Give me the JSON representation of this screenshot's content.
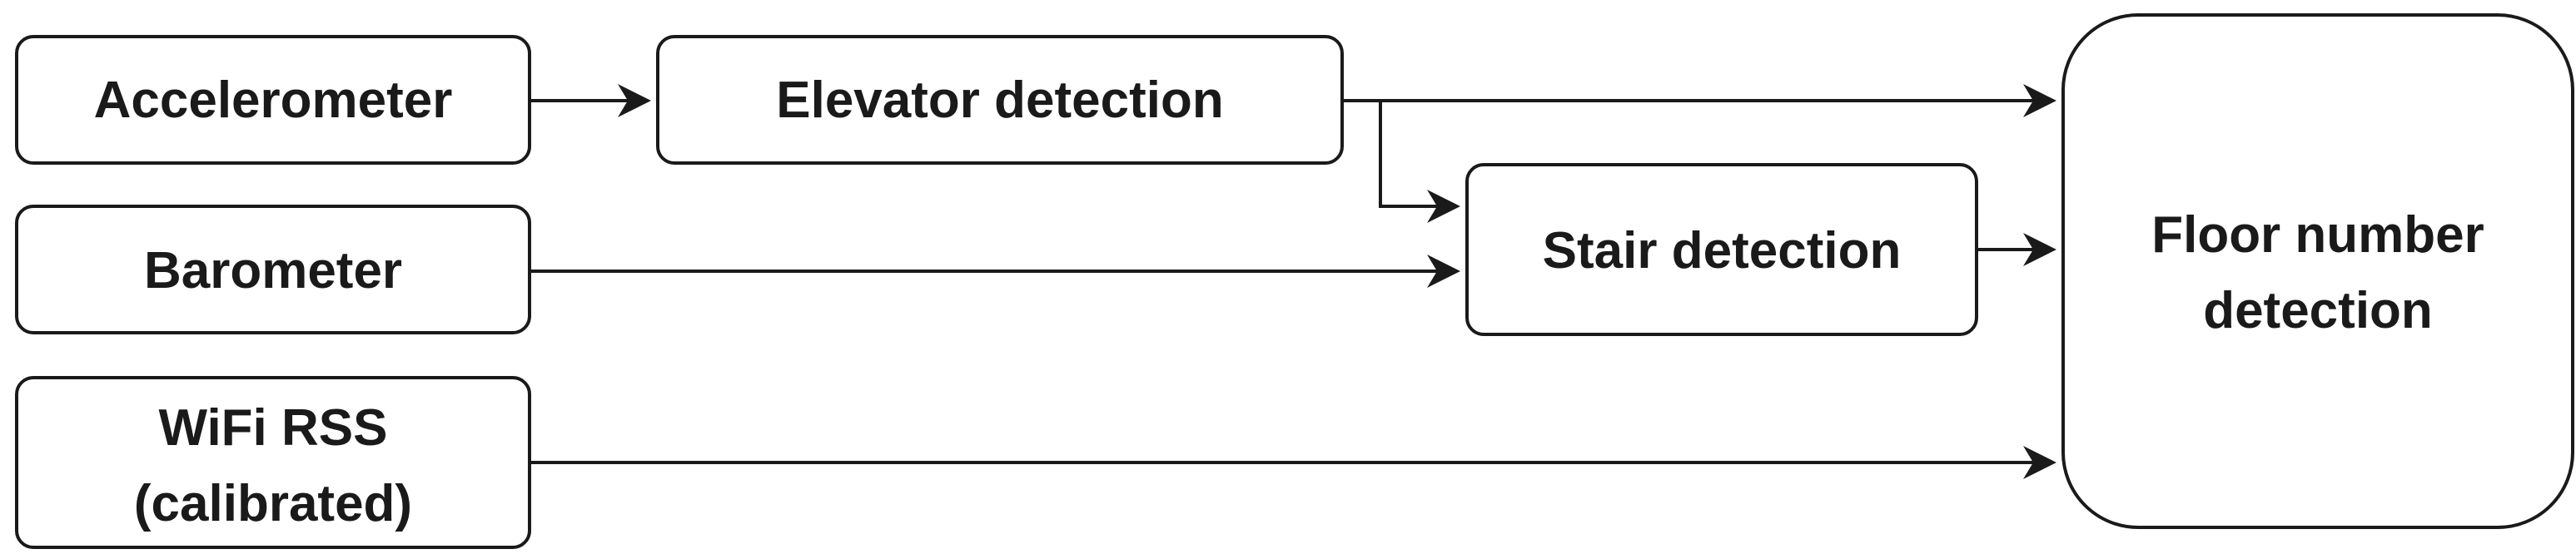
{
  "diagram": {
    "nodes": {
      "accelerometer": {
        "label": "Accelerometer"
      },
      "barometer": {
        "label": "Barometer"
      },
      "wifi_rss": {
        "line1": "WiFi RSS",
        "line2": "(calibrated)"
      },
      "elevator_detection": {
        "label": "Elevator detection"
      },
      "stair_detection": {
        "label": "Stair detection"
      },
      "floor_number_detection": {
        "line1": "Floor number",
        "line2": "detection"
      }
    },
    "edges": [
      {
        "from": "Accelerometer",
        "to": "Elevator detection"
      },
      {
        "from": "Elevator detection",
        "to": "Floor number detection"
      },
      {
        "from": "Elevator detection",
        "to": "Stair detection"
      },
      {
        "from": "Barometer",
        "to": "Stair detection"
      },
      {
        "from": "Stair detection",
        "to": "Floor number detection"
      },
      {
        "from": "WiFi RSS (calibrated)",
        "to": "Floor number detection"
      }
    ],
    "colors": {
      "stroke": "#1a1a1a",
      "background": "#ffffff"
    }
  }
}
